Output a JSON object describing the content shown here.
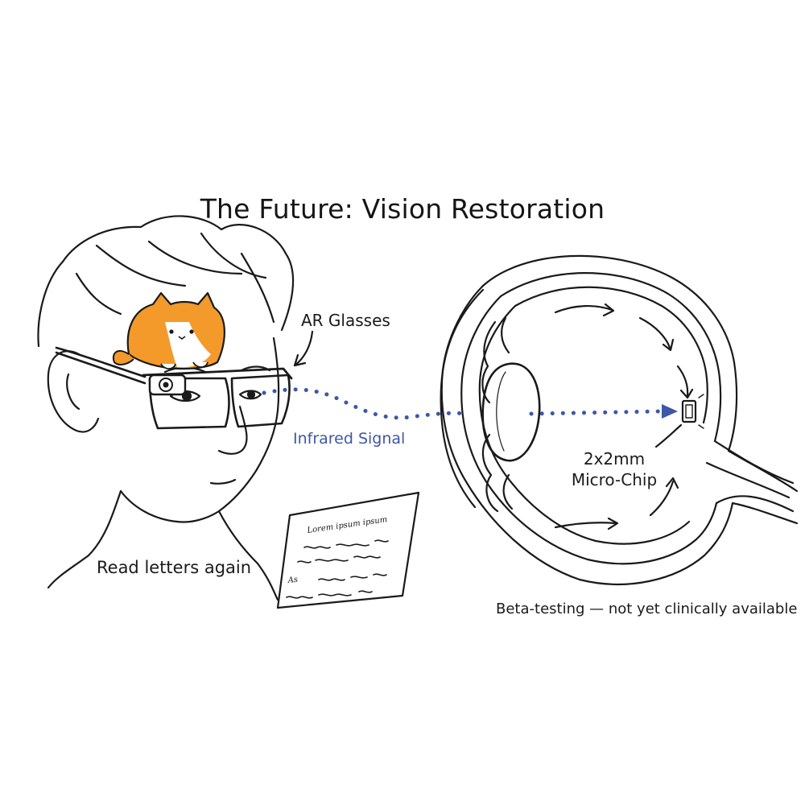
{
  "title": "The Future: Vision Restoration",
  "labels": {
    "ar_glasses": "AR Glasses",
    "infrared_signal": "Infrared Signal",
    "chip_line1": "2x2mm",
    "chip_line2": "Micro-Chip",
    "read_letters": "Read letters again",
    "beta_note": "Beta-testing — not yet clinically available"
  },
  "letter_text": {
    "line1": "Lorem ipsum ipsum",
    "line2": "As"
  },
  "colors": {
    "ink": "#1a1a1a",
    "signal": "#3e57a6",
    "cat_orange": "#f39a2b"
  },
  "icons": {
    "camera": "camera-icon",
    "cat": "cat-icon",
    "arrow": "arrow-icon"
  }
}
